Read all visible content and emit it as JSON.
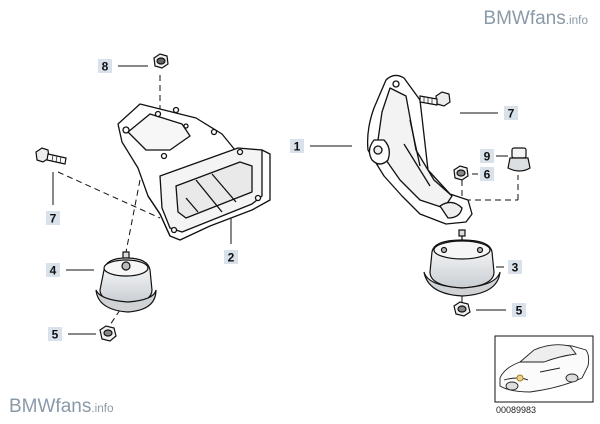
{
  "watermark": {
    "brand": "BMWfans",
    "tld": ".info"
  },
  "reference_code": "00089983",
  "callouts": [
    {
      "id": "c8",
      "number": "8"
    },
    {
      "id": "c7l",
      "number": "7"
    },
    {
      "id": "c4",
      "number": "4"
    },
    {
      "id": "c5l",
      "number": "5"
    },
    {
      "id": "c2",
      "number": "2"
    },
    {
      "id": "c1",
      "number": "1"
    },
    {
      "id": "c7r",
      "number": "7"
    },
    {
      "id": "c9",
      "number": "9"
    },
    {
      "id": "c6",
      "number": "6"
    },
    {
      "id": "c3",
      "number": "3"
    },
    {
      "id": "c5r",
      "number": "5"
    }
  ]
}
